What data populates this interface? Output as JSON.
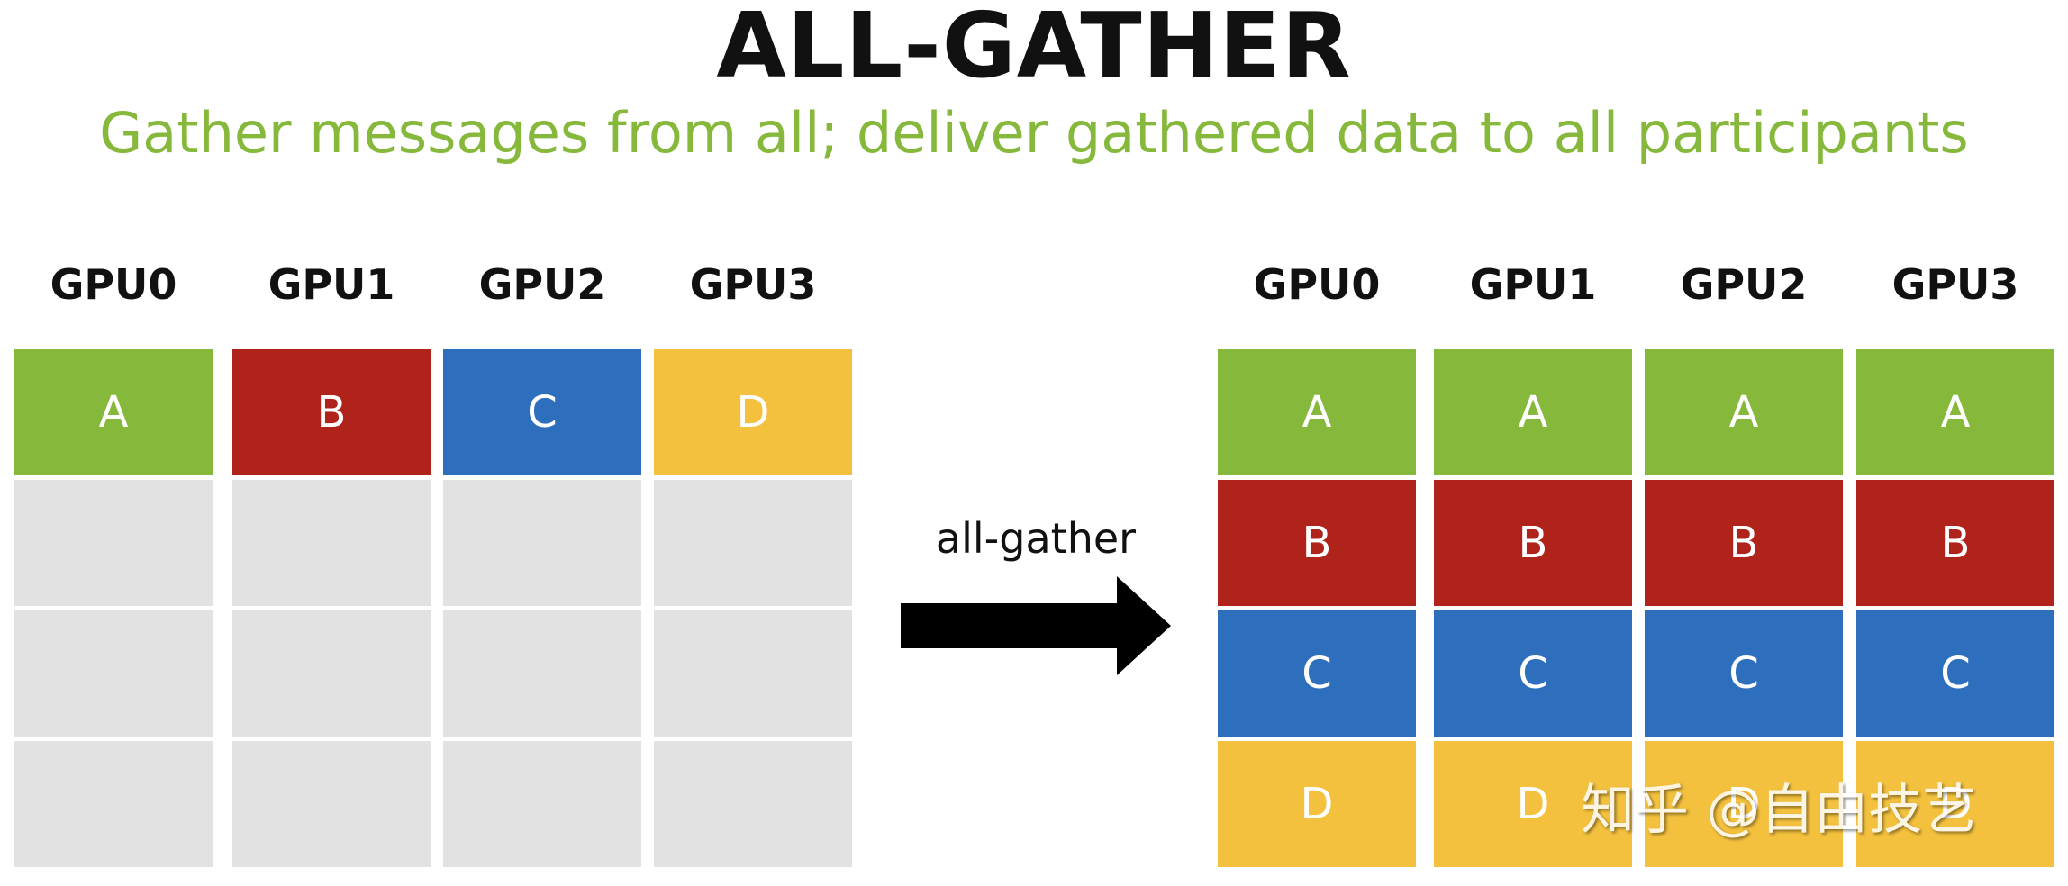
{
  "title": "ALL-GATHER",
  "subtitle": "Gather messages from all; deliver gathered data to all participants",
  "gpus": [
    "GPU0",
    "GPU1",
    "GPU2",
    "GPU3"
  ],
  "chunks": [
    "A",
    "B",
    "C",
    "D"
  ],
  "colors": {
    "A": "#86b83b",
    "B": "#b0231b",
    "C": "#2e6fbd",
    "D": "#f3c13d",
    "empty": "#e2e2e2",
    "subtitle": "#86b83b"
  },
  "before": {
    "GPU0": [
      "A",
      "",
      "",
      ""
    ],
    "GPU1": [
      "B",
      "",
      "",
      ""
    ],
    "GPU2": [
      "C",
      "",
      "",
      ""
    ],
    "GPU3": [
      "D",
      "",
      "",
      ""
    ]
  },
  "after": {
    "GPU0": [
      "A",
      "B",
      "C",
      "D"
    ],
    "GPU1": [
      "A",
      "B",
      "C",
      "D"
    ],
    "GPU2": [
      "A",
      "B",
      "C",
      "D"
    ],
    "GPU3": [
      "A",
      "B",
      "C",
      "D"
    ]
  },
  "operation_label": "all-gather",
  "watermark": "知乎 @自由技艺"
}
